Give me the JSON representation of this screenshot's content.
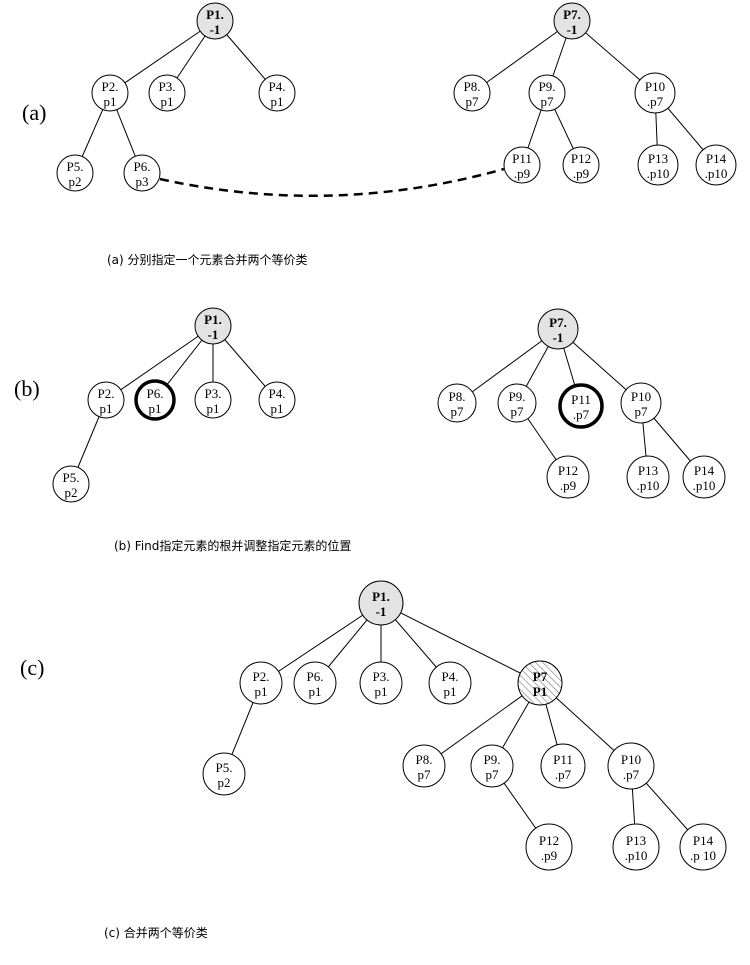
{
  "panels": [
    {
      "id": "a",
      "label": "(a)",
      "caption": "(a) 分别指定一个元素合并两个等价类",
      "nodes": [
        {
          "id": "a-P1",
          "l1": "P1.",
          "l2": "-1",
          "root": true
        },
        {
          "id": "a-P2",
          "l1": "P2.",
          "l2": "p1"
        },
        {
          "id": "a-P3",
          "l1": "P3.",
          "l2": "p1"
        },
        {
          "id": "a-P4",
          "l1": "P4.",
          "l2": "p1"
        },
        {
          "id": "a-P5",
          "l1": "P5.",
          "l2": "p2"
        },
        {
          "id": "a-P6",
          "l1": "P6.",
          "l2": "p3"
        },
        {
          "id": "a-P7",
          "l1": "P7.",
          "l2": "-1",
          "root": true
        },
        {
          "id": "a-P8",
          "l1": "P8.",
          "l2": "p7"
        },
        {
          "id": "a-P9",
          "l1": "P9.",
          "l2": "p7"
        },
        {
          "id": "a-P10",
          "l1": "P10",
          "l2": ".p7"
        },
        {
          "id": "a-P11",
          "l1": "P11",
          "l2": ".p9"
        },
        {
          "id": "a-P12",
          "l1": "P12",
          "l2": ".p9"
        },
        {
          "id": "a-P13",
          "l1": "P13",
          "l2": ".p10"
        },
        {
          "id": "a-P14",
          "l1": "P14",
          "l2": ".p10"
        }
      ],
      "edges": [
        [
          "a-P1",
          "a-P2"
        ],
        [
          "a-P1",
          "a-P3"
        ],
        [
          "a-P1",
          "a-P4"
        ],
        [
          "a-P2",
          "a-P5"
        ],
        [
          "a-P2",
          "a-P6"
        ],
        [
          "a-P7",
          "a-P8"
        ],
        [
          "a-P7",
          "a-P9"
        ],
        [
          "a-P7",
          "a-P10"
        ],
        [
          "a-P9",
          "a-P11"
        ],
        [
          "a-P9",
          "a-P12"
        ],
        [
          "a-P10",
          "a-P13"
        ],
        [
          "a-P10",
          "a-P14"
        ]
      ],
      "dashed": [
        [
          "a-P6",
          "a-P11"
        ]
      ]
    },
    {
      "id": "b",
      "label": "(b)",
      "caption": "(b) Find指定元素的根并调整指定元素的位置",
      "nodes": [
        {
          "id": "b-P1",
          "l1": "P1.",
          "l2": "-1",
          "root": true
        },
        {
          "id": "b-P2",
          "l1": "P2.",
          "l2": "p1"
        },
        {
          "id": "b-P6",
          "l1": "P6.",
          "l2": "p1",
          "bold": true
        },
        {
          "id": "b-P3",
          "l1": "P3.",
          "l2": "p1"
        },
        {
          "id": "b-P4",
          "l1": "P4.",
          "l2": "p1"
        },
        {
          "id": "b-P5",
          "l1": "P5.",
          "l2": "p2"
        },
        {
          "id": "b-P7",
          "l1": "P7.",
          "l2": "-1",
          "root": true
        },
        {
          "id": "b-P8",
          "l1": "P8.",
          "l2": "p7"
        },
        {
          "id": "b-P9",
          "l1": "P9.",
          "l2": "p7"
        },
        {
          "id": "b-P11",
          "l1": "P11",
          "l2": ".p7",
          "bold": true
        },
        {
          "id": "b-P10",
          "l1": "P10",
          "l2": "p7"
        },
        {
          "id": "b-P12",
          "l1": "P12",
          "l2": ".p9"
        },
        {
          "id": "b-P13",
          "l1": "P13",
          "l2": ".p10"
        },
        {
          "id": "b-P14",
          "l1": "P14",
          "l2": ".p10"
        }
      ],
      "edges": [
        [
          "b-P1",
          "b-P2"
        ],
        [
          "b-P1",
          "b-P6"
        ],
        [
          "b-P1",
          "b-P3"
        ],
        [
          "b-P1",
          "b-P4"
        ],
        [
          "b-P2",
          "b-P5"
        ],
        [
          "b-P7",
          "b-P8"
        ],
        [
          "b-P7",
          "b-P9"
        ],
        [
          "b-P7",
          "b-P11"
        ],
        [
          "b-P7",
          "b-P10"
        ],
        [
          "b-P9",
          "b-P12"
        ],
        [
          "b-P10",
          "b-P13"
        ],
        [
          "b-P10",
          "b-P14"
        ]
      ],
      "dashed": []
    },
    {
      "id": "c",
      "label": "(c)",
      "caption": "(c) 合并两个等价类",
      "nodes": [
        {
          "id": "c-P1",
          "l1": "P1.",
          "l2": "-1",
          "root": true
        },
        {
          "id": "c-P2",
          "l1": "P2.",
          "l2": "p1"
        },
        {
          "id": "c-P6",
          "l1": "P6.",
          "l2": "p1"
        },
        {
          "id": "c-P3",
          "l1": "P3.",
          "l2": "p1"
        },
        {
          "id": "c-P4",
          "l1": "P4.",
          "l2": "p1"
        },
        {
          "id": "c-P7",
          "l1": "P7",
          "l2": "P1",
          "hatch": true,
          "boldtext": true
        },
        {
          "id": "c-P5",
          "l1": "P5.",
          "l2": "p2"
        },
        {
          "id": "c-P8",
          "l1": "P8.",
          "l2": "p7"
        },
        {
          "id": "c-P9",
          "l1": "P9.",
          "l2": "p7"
        },
        {
          "id": "c-P11",
          "l1": "P11",
          "l2": ".p7"
        },
        {
          "id": "c-P10",
          "l1": "P10",
          "l2": ".p7"
        },
        {
          "id": "c-P12",
          "l1": "P12",
          "l2": ".p9"
        },
        {
          "id": "c-P13",
          "l1": "P13",
          "l2": ".p10"
        },
        {
          "id": "c-P14",
          "l1": "P14",
          "l2": ".p 10"
        }
      ],
      "edges": [
        [
          "c-P1",
          "c-P2"
        ],
        [
          "c-P1",
          "c-P6"
        ],
        [
          "c-P1",
          "c-P3"
        ],
        [
          "c-P1",
          "c-P4"
        ],
        [
          "c-P1",
          "c-P7"
        ],
        [
          "c-P2",
          "c-P5"
        ],
        [
          "c-P7",
          "c-P8"
        ],
        [
          "c-P7",
          "c-P9"
        ],
        [
          "c-P7",
          "c-P11"
        ],
        [
          "c-P7",
          "c-P10"
        ],
        [
          "c-P9",
          "c-P12"
        ],
        [
          "c-P10",
          "c-P13"
        ],
        [
          "c-P10",
          "c-P14"
        ]
      ],
      "dashed": []
    }
  ]
}
